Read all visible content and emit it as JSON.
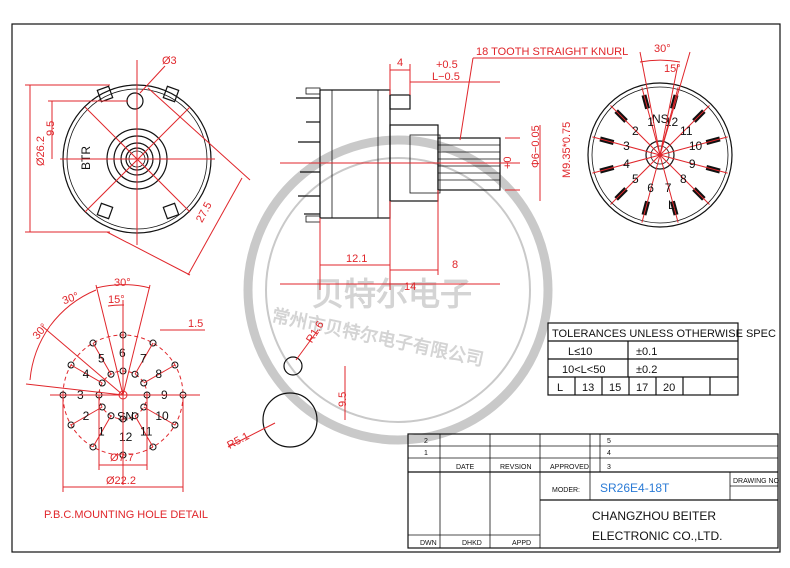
{
  "front_view": {
    "hole_dia": "Ø3",
    "dia_body": "Ø26.2",
    "dim_9_5": "9.5",
    "dim_27_5": "27.5",
    "brand": "BTR"
  },
  "side_view": {
    "dim_4": "4",
    "tol_plus": "+0.5",
    "tol_minus": "L−0.5",
    "knurl": "18 TOOTH STRAIGHT KNURL",
    "shaft_dia": "Φ6−0.05",
    "shaft_tol": "+0",
    "thread": "M9.35*0.75",
    "dim_12_1": "12.1",
    "dim_8": "8",
    "dim_14": "14",
    "dim_r1_6": "R1.6",
    "dim_9_5": "9.5",
    "dim_r5_1": "R5.1"
  },
  "rear_view": {
    "angle_30": "30°",
    "angle_15": "15°",
    "ns": "NS",
    "positions": [
      "1",
      "2",
      "3",
      "4",
      "5",
      "6",
      "7",
      "8",
      "9",
      "10",
      "11",
      "12"
    ],
    "letter_l": "L"
  },
  "pcb_view": {
    "angle_30_top": "30°",
    "angle_30_left": "30°",
    "angle_30_side": "30°",
    "angle_15": "15°",
    "dim_1_5": "1.5",
    "ns": "NS",
    "dia_7_7": "Ø7.7",
    "dia_22_2": "Ø22.2",
    "caption": "P.B.C.MOUNTING HOLE DETAIL",
    "numbers": [
      "7",
      "6",
      "5",
      "4",
      "3",
      "2",
      "1",
      "12",
      "11",
      "10",
      "9",
      "8"
    ]
  },
  "tolerance_table": {
    "title": "TOLERANCES UNLESS  OTHERWISE SPEC",
    "row1": [
      "L≤10",
      "±0.1"
    ],
    "row2": [
      "10<L<50",
      "±0.2"
    ],
    "row3": [
      "L",
      "13",
      "15",
      "17",
      "20"
    ]
  },
  "title_block": {
    "rev_rows": [
      "2",
      "1"
    ],
    "rev_rows_right": [
      "5",
      "4",
      "3"
    ],
    "col_date": "DATE",
    "col_revision": "REVSION",
    "col_approved": "APPROVED",
    "model_label": "MODER:",
    "model_value": "SR26E4-18T",
    "drawing_no": "DRAWING  NO:",
    "company_line1": "CHANGZHOU BEITER",
    "company_line2": "ELECTRONIC CO.,LTD.",
    "dwn": "DWN",
    "chkd": "DHKD",
    "appd": "APPD"
  },
  "watermark": {
    "brand_cn": "贝特尔电子",
    "company_cn": "常州市贝特尔电子有限公司"
  }
}
